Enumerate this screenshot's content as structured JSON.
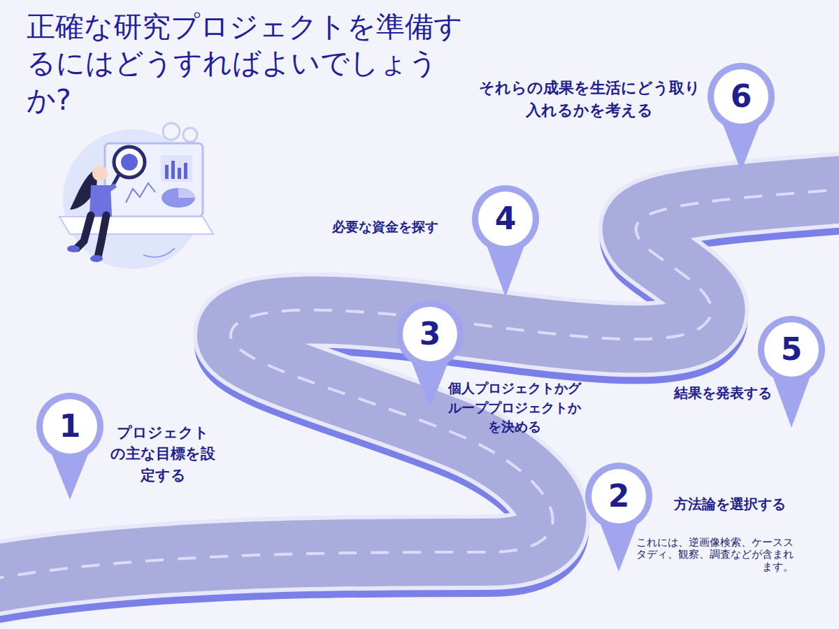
{
  "diagram": {
    "title": "正確な研究プロジェクトを準備するにはどうすればよいでしょうか?",
    "nodes": [
      {
        "text": [
          "1",
          "プロジェクトの主な目標を設定する"
        ]
      },
      {
        "text": [
          "2",
          "方法論を選択する",
          "これには、逆画像検索、ケーススタディ、観察、調査などが含まれます。"
        ]
      },
      {
        "text": [
          "3",
          "個人プロジェクトかグループプロジェクトかを決める"
        ]
      },
      {
        "text": [
          "4",
          "必要な資金を探す"
        ]
      },
      {
        "text": [
          "5",
          "結果を発表する"
        ]
      },
      {
        "text": [
          "6",
          "それらの成果を生活にどう取り入れるかを考える"
        ]
      }
    ]
  }
}
